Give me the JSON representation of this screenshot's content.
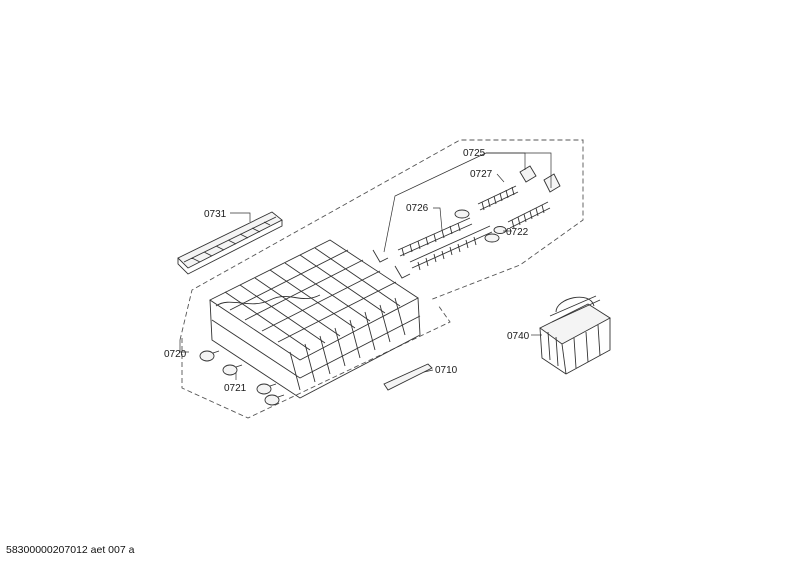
{
  "labels": {
    "p0725": "0725",
    "p0727": "0727",
    "p0726": "0726",
    "p0722": "0722",
    "p0731": "0731",
    "p0720": "0720",
    "p0721": "0721",
    "p0710": "0710",
    "p0740": "0740"
  },
  "footer": "58300000207012 aet 007 a"
}
